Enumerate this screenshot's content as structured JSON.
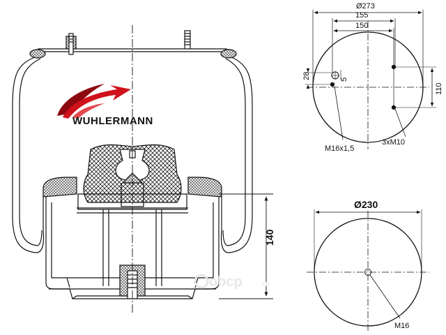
{
  "brand": {
    "name": "WUHLERMANN"
  },
  "watermark": {
    "main": "obcp",
    "suffix": ".ru"
  },
  "side_view": {
    "height_dim": "140"
  },
  "top_view": {
    "outer_diameter": "Ø273",
    "dim_155": "155",
    "dim_150": "150",
    "dim_28": "28",
    "dim_5": "5",
    "dim_110": "110",
    "label_m16x15": "M16x1,5",
    "label_3xm10": "3xM10"
  },
  "bottom_view": {
    "diameter": "Ø230",
    "label_m16": "M16"
  },
  "colors": {
    "brand_red": "#d0121b",
    "line": "#111111"
  }
}
